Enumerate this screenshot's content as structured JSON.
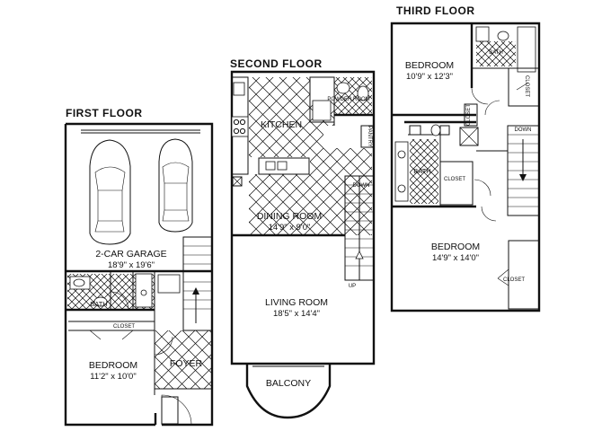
{
  "floors": [
    {
      "title": "FIRST FLOOR",
      "rooms": [
        {
          "name": "2-CAR GARAGE",
          "dimensions": "18'9\" x 19'6\""
        },
        {
          "name": "BATH",
          "dimensions": ""
        },
        {
          "name": "BEDROOM",
          "dimensions": "11'2\" x 10'0\""
        },
        {
          "name": "FOYER",
          "dimensions": ""
        }
      ],
      "labels": {
        "closet": "CLOSET"
      }
    },
    {
      "title": "SECOND FLOOR",
      "rooms": [
        {
          "name": "KITCHEN",
          "dimensions": ""
        },
        {
          "name": "POWDER ROOM",
          "dimensions": ""
        },
        {
          "name": "DINING ROOM",
          "dimensions": "14'9\" x 9'0\""
        },
        {
          "name": "LIVING ROOM",
          "dimensions": "18'5\" x 14'4\""
        },
        {
          "name": "BALCONY",
          "dimensions": ""
        }
      ],
      "labels": {
        "pantry": "PANTRY",
        "stair_down": "DOWN",
        "stair_up": "UP"
      }
    },
    {
      "title": "THIRD FLOOR",
      "rooms": [
        {
          "name": "BEDROOM",
          "dimensions": "10'9\" x 12'3\""
        },
        {
          "name": "BATH",
          "dimensions": ""
        },
        {
          "name": "BATH",
          "dimensions": ""
        },
        {
          "name": "BEDROOM",
          "dimensions": "14'9\" x 14'0\""
        }
      ],
      "labels": {
        "closet": "CLOSET",
        "stair_down": "DOWN"
      }
    }
  ]
}
